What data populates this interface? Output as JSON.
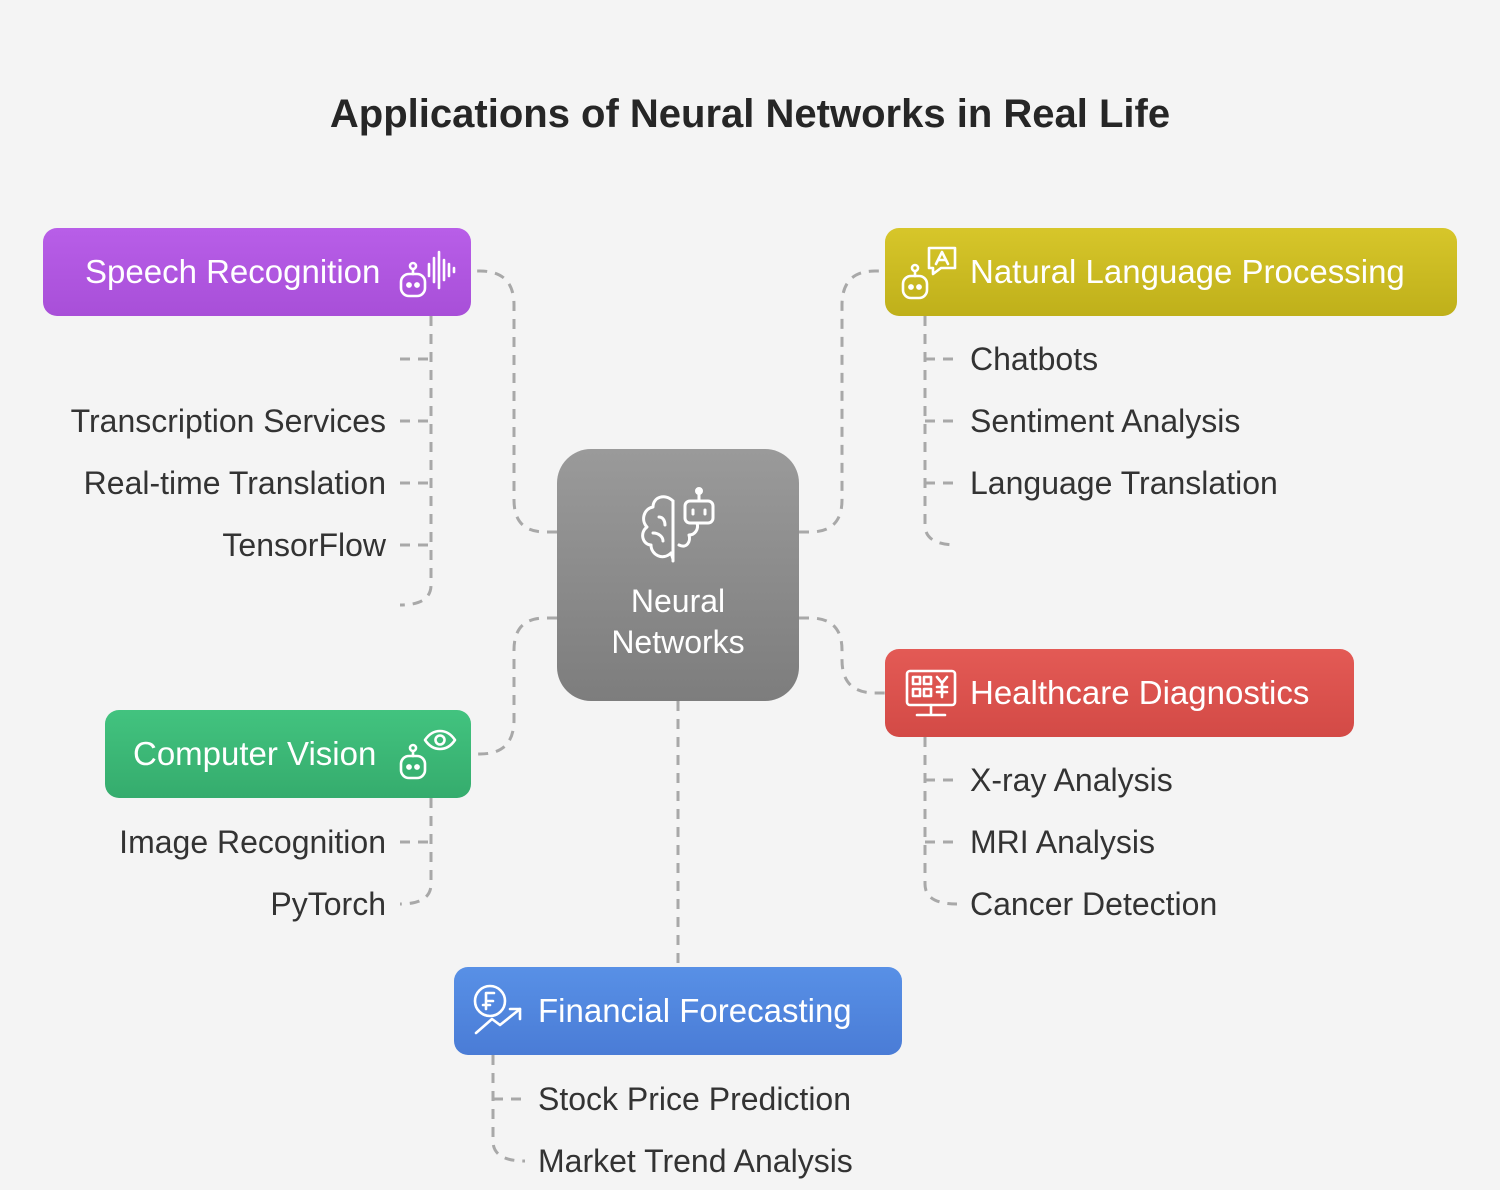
{
  "title": "Applications of Neural Networks in Real Life",
  "center": {
    "label_line1": "Neural",
    "label_line2": "Networks",
    "icon": "brain-robot-icon",
    "color": "#8c8c8c"
  },
  "branches": {
    "speech": {
      "label": "Speech Recognition",
      "icon": "robot-soundwave-icon",
      "color": "#b05be0",
      "items": [
        "Transcription Services",
        "Real-time Translation",
        "TensorFlow"
      ]
    },
    "nlp": {
      "label": "Natural Language Processing",
      "icon": "robot-chat-icon",
      "color": "#cbbb1e",
      "items": [
        "Chatbots",
        "Sentiment Analysis",
        "Language Translation"
      ]
    },
    "vision": {
      "label": "Computer Vision",
      "icon": "robot-eye-icon",
      "color": "#3dba78",
      "items": [
        "Image Recognition",
        "PyTorch"
      ]
    },
    "health": {
      "label": "Healthcare Diagnostics",
      "icon": "medical-monitor-icon",
      "color": "#e05550",
      "items": [
        "X-ray Analysis",
        "MRI Analysis",
        "Cancer Detection"
      ]
    },
    "finance": {
      "label": "Financial Forecasting",
      "icon": "currency-trend-icon",
      "color": "#4f85dd",
      "items": [
        "Stock Price Prediction",
        "Market Trend Analysis"
      ]
    }
  }
}
